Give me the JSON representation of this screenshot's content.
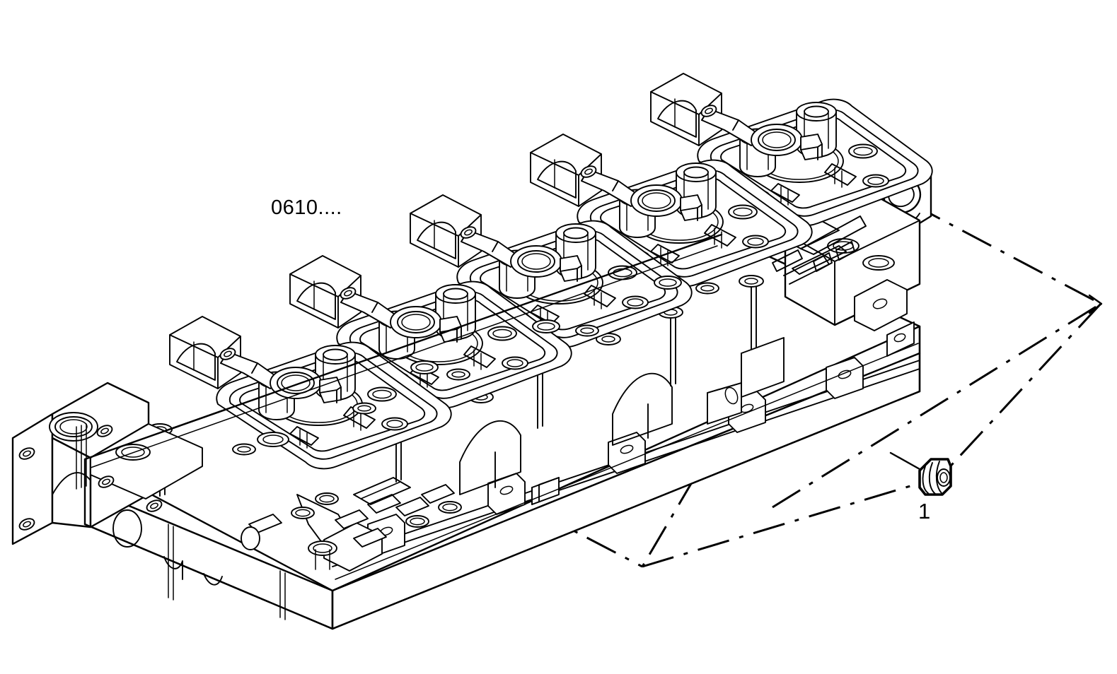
{
  "drawing": {
    "kind": "exploded-parts-diagram",
    "subject": "engine cylinder head / crankcase upper block (isometric line art)",
    "background_color": "#ffffff",
    "line_color": "#000000",
    "cylinder_count": 5
  },
  "labels": {
    "group_reference": "0610....",
    "callout_1": "1"
  },
  "callouts": [
    {
      "id": "1",
      "label": "1",
      "part_kind": "plug-bushing",
      "leader_style": "dash-dot",
      "anchor_on_block": "right-end bore"
    }
  ],
  "icons": {
    "plug": "plug-icon",
    "leader": "leader-line-icon"
  }
}
